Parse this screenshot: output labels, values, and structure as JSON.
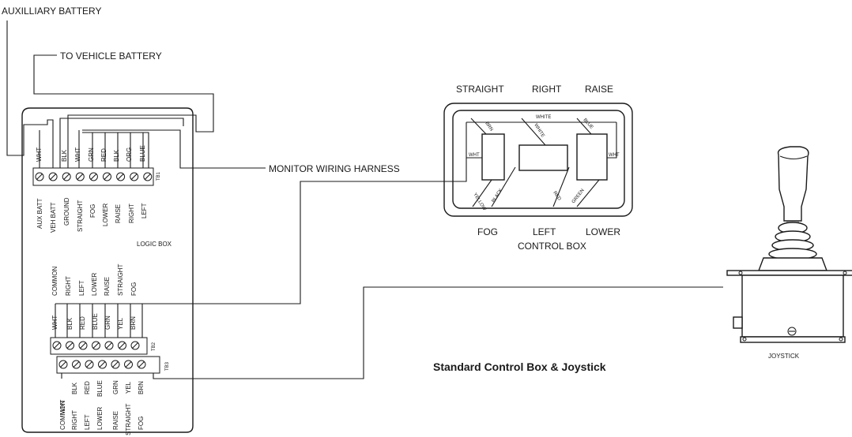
{
  "labels": {
    "aux_battery": "AUXILLIARY BATTERY",
    "to_vehicle_battery": "TO VEHICLE BATTERY",
    "monitor_harness": "MONITOR WIRING HARNESS",
    "logic_box": "LOGIC BOX",
    "control_box": "CONTROL BOX",
    "joystick": "JOYSTICK",
    "title": "Standard Control Box & Joystick"
  },
  "control_box": {
    "top_labels": [
      "STRAIGHT",
      "RIGHT",
      "RAISE"
    ],
    "bottom_labels": [
      "FOG",
      "LEFT",
      "LOWER"
    ],
    "wire_labels": {
      "white_top": "WHITE",
      "brn": "BRN",
      "white_diag": "WHITE",
      "blue": "BLUE",
      "wht_left": "WHT",
      "wht_right": "WHT",
      "yellow": "YELLOW",
      "black": "BLACK",
      "red": "RED",
      "green": "GREEN"
    }
  },
  "tb1": {
    "tag": "TB1",
    "wires": [
      "WHT",
      "",
      "BLK",
      "WHT",
      "GRN",
      "RED",
      "BLK",
      "ORG",
      "BLUE"
    ],
    "functions": [
      "AUX BATT",
      "VEH BATT",
      "GROUND",
      "STRAIGHT",
      "FOG",
      "LOWER",
      "RAISE",
      "RIGHT",
      "LEFT"
    ]
  },
  "tb2": {
    "tag": "TB2",
    "functions": [
      "COMMON",
      "RIGHT",
      "LEFT",
      "LOWER",
      "RAISE",
      "STRAIGHT",
      "FOG"
    ],
    "wires": [
      "WHT",
      "BLK",
      "RED",
      "BLUE",
      "GRN",
      "YEL",
      "BRN"
    ]
  },
  "tb3": {
    "tag": "TB3",
    "wires": [
      "WHT",
      "BLK",
      "RED",
      "BLUE",
      "GRN",
      "YEL",
      "BRN"
    ],
    "functions": [
      "COMMON",
      "RIGHT",
      "LEFT",
      "LOWER",
      "RAISE",
      "STRAIGHT",
      "FOG"
    ]
  }
}
